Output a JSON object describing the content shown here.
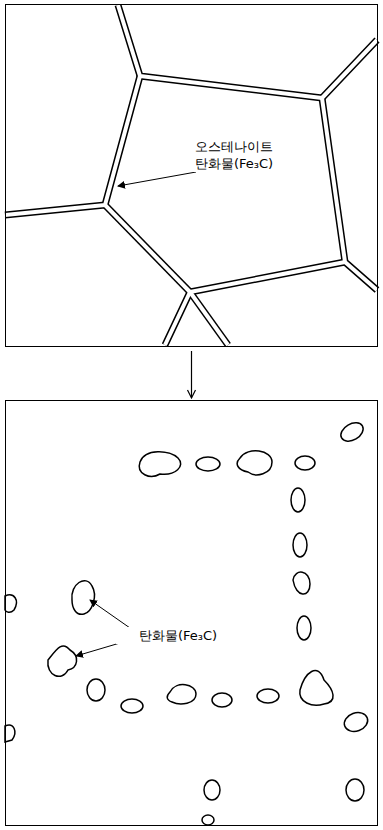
{
  "diagram": {
    "nodes": [
      {
        "text": [
          "오스테나이트 탄화물(Fe₃C)"
        ]
      },
      {
        "text": [
          "탄화물(Fe₃C)"
        ]
      }
    ],
    "edges": [
      {
        "from": 0,
        "to": 1,
        "arrow": "to"
      }
    ]
  }
}
